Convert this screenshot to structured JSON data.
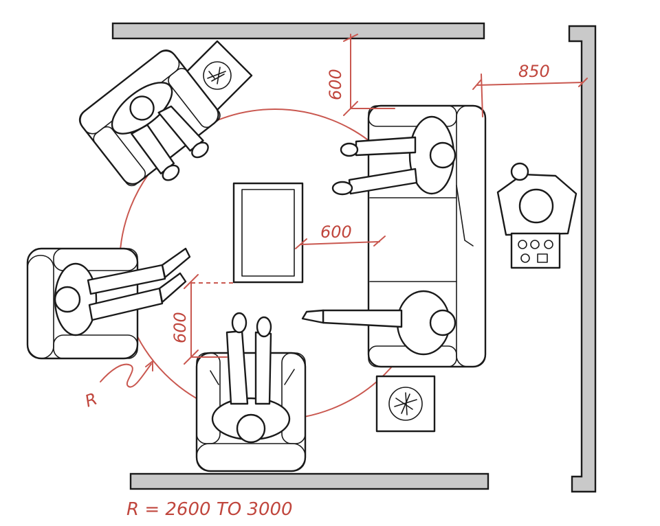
{
  "dimensions": {
    "top_clearance": "600",
    "wall_passage": "850",
    "table_gap_right": "600",
    "table_gap_left": "600",
    "radius_marker": "R",
    "radius_note": "R = 2600 TO 3000"
  },
  "colors": {
    "ink": "#1a1a1a",
    "wall_fill": "#c9c9c9",
    "dimension_red": "#c9574f"
  }
}
